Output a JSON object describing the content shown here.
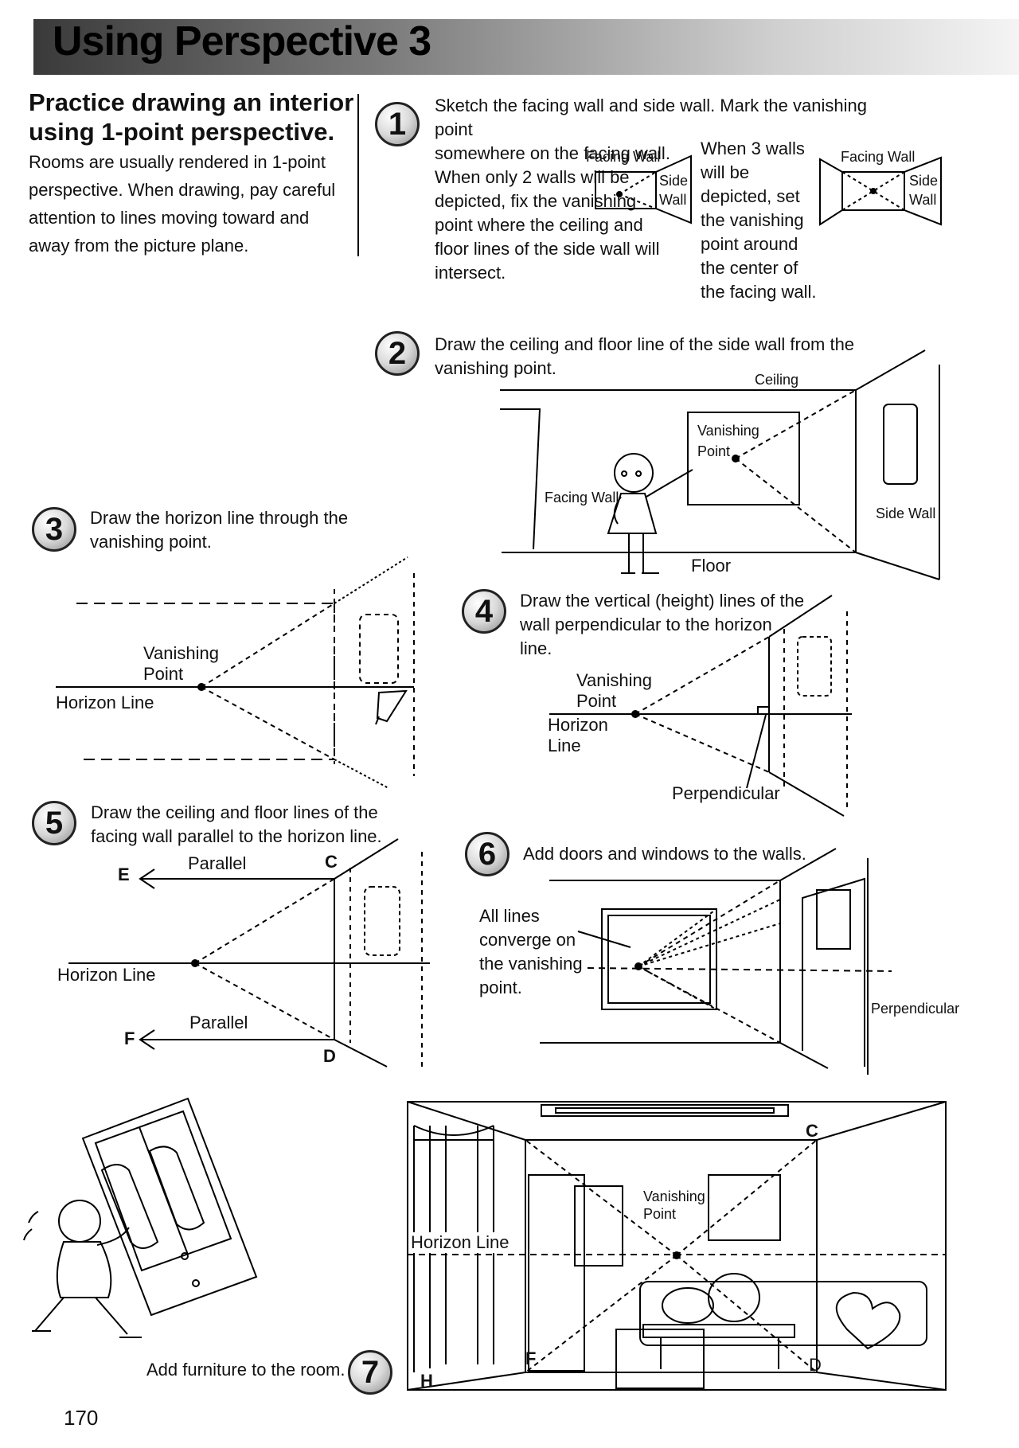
{
  "title": "Using Perspective 3",
  "intro": {
    "heading_line1": "Practice drawing an interior",
    "heading_line2": "using 1-point perspective.",
    "body": "Rooms are usually rendered in 1-point perspective. When drawing, pay careful attention to lines moving toward and away from the picture plane."
  },
  "steps": [
    {
      "number": "1",
      "text_a": "Sketch the facing wall and side wall. Mark the vanishing point",
      "text_b": "somewhere on the facing wall. When only 2 walls will be depicted, fix the vanishing point where the ceiling and floor lines of the side wall will intersect.",
      "text_c": "When 3 walls will be depicted, set the vanishing point around the center of the facing wall."
    },
    {
      "number": "2",
      "text": "Draw the ceiling and floor line of the side wall from the vanishing point."
    },
    {
      "number": "3",
      "text": "Draw the horizon line through the vanishing point."
    },
    {
      "number": "4",
      "text": "Draw the vertical (height) lines of the wall perpendicular to the horizon line."
    },
    {
      "number": "5",
      "text": "Draw the ceiling and floor lines of the facing wall parallel to the horizon line."
    },
    {
      "number": "6",
      "text": "Add doors and windows to the walls."
    },
    {
      "number": "7",
      "text": "Add furniture to the room."
    }
  ],
  "labels": {
    "facing_wall": "Facing Wall",
    "side": "Side",
    "wall": "Wall",
    "side_wall": "Side Wall",
    "ceiling": "Ceiling",
    "floor": "Floor",
    "vanishing": "Vanishing",
    "point": "Point",
    "vanishing_point": "Vanishing Point",
    "horizon_line": "Horizon Line",
    "horizon": "Horizon",
    "line": "Line",
    "perpendicular": "Perpendicular",
    "parallel": "Parallel",
    "letter_c": "C",
    "letter_d": "D",
    "letter_e": "E",
    "letter_f": "F",
    "letter_h": "H",
    "all_lines": "All lines converge on the vanishing point."
  },
  "page_number": "170",
  "icons": [
    "girl-pointing-illustration",
    "woman-pushing-wardrobe-illustration",
    "living-room-illustration",
    "pencil-icon"
  ]
}
